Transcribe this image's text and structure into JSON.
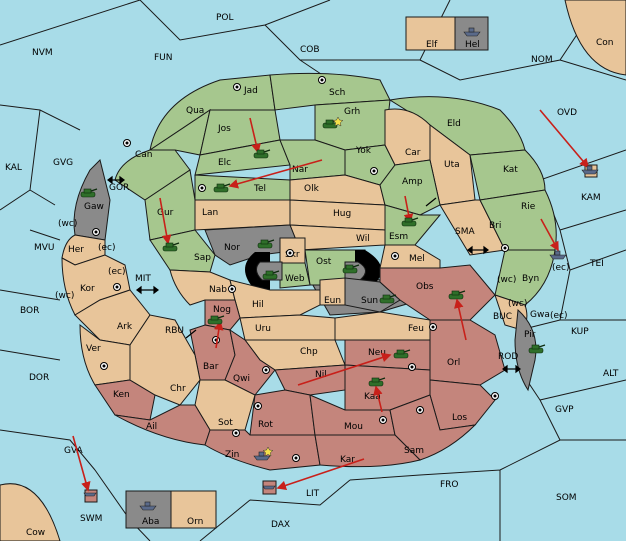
{
  "colors": {
    "sea": "#a8dce8",
    "player_green": "#a6c78e",
    "player_tan": "#e8c59a",
    "player_red": "#c4857c",
    "impassable": "#8a8a8a",
    "orders": "#c8201a"
  },
  "outer": {
    "pol": "POL",
    "cob": "COB",
    "fun": "FUN",
    "nvm": "NVM",
    "nom": "NOM",
    "con": "Con",
    "elf": "Elf",
    "hel": "Hel",
    "ovd": "OVD",
    "kam": "KAM",
    "kal": "KAL",
    "gvg": "GVG",
    "gor": "GOR",
    "mvu": "MVU",
    "bor": "BOR",
    "mit": "MIT",
    "rbu": "RBU",
    "dor": "DOR",
    "gva": "GVA",
    "swm": "SWM",
    "cow": "Cow",
    "aba": "Aba",
    "orn": "Orn",
    "dax": "DAX",
    "lit": "LIT",
    "fro": "FRO",
    "som": "SOM",
    "gvp": "GVP",
    "alt": "ALT",
    "kup": "KUP",
    "tei": "TEI",
    "sma": "SMA",
    "buc": "BUC",
    "rod": "ROD"
  },
  "provinces": {
    "jad": "Jad",
    "sch": "Sch",
    "qua": "Qua",
    "jos": "Jos",
    "grh": "Grh",
    "eld": "Eld",
    "can": "Can",
    "elc": "Elc",
    "nar": "Nar",
    "yok": "Yok",
    "car": "Car",
    "uta": "Uta",
    "kat": "Kat",
    "tel": "Tel",
    "olk": "Olk",
    "amp": "Amp",
    "gaw": "Gaw",
    "gur": "Gur",
    "lan": "Lan",
    "hug": "Hug",
    "esm": "Esm",
    "bri": "Bri",
    "rie": "Rie",
    "wil": "Wil",
    "nor": "Nor",
    "skr": "Skr",
    "ost": "Ost",
    "mel": "Mel",
    "sap": "Sap",
    "web": "Web",
    "byn": "Byn",
    "her": "Her",
    "kor": "Kor",
    "nab": "Nab",
    "eun": "Eun",
    "sun": "Sun",
    "obs": "Obs",
    "hil": "Hil",
    "gwa": "Gwa",
    "nog": "Nog",
    "uru": "Uru",
    "feu": "Feu",
    "pir": "Pir",
    "ark": "Ark",
    "chp": "Chp",
    "neu": "Neu",
    "orl": "Orl",
    "ver": "Ver",
    "bar": "Bar",
    "qwi": "Qwi",
    "nil": "Nil",
    "ken": "Ken",
    "chr": "Chr",
    "kaa": "Kaa",
    "los": "Los",
    "sot": "Sot",
    "rot": "Rot",
    "mou": "Mou",
    "ail": "Ail",
    "zin": "Zin",
    "sam": "Sam",
    "kar": "Kar"
  },
  "coasts": {
    "wc": "(wc)",
    "ec": "(ec)"
  }
}
